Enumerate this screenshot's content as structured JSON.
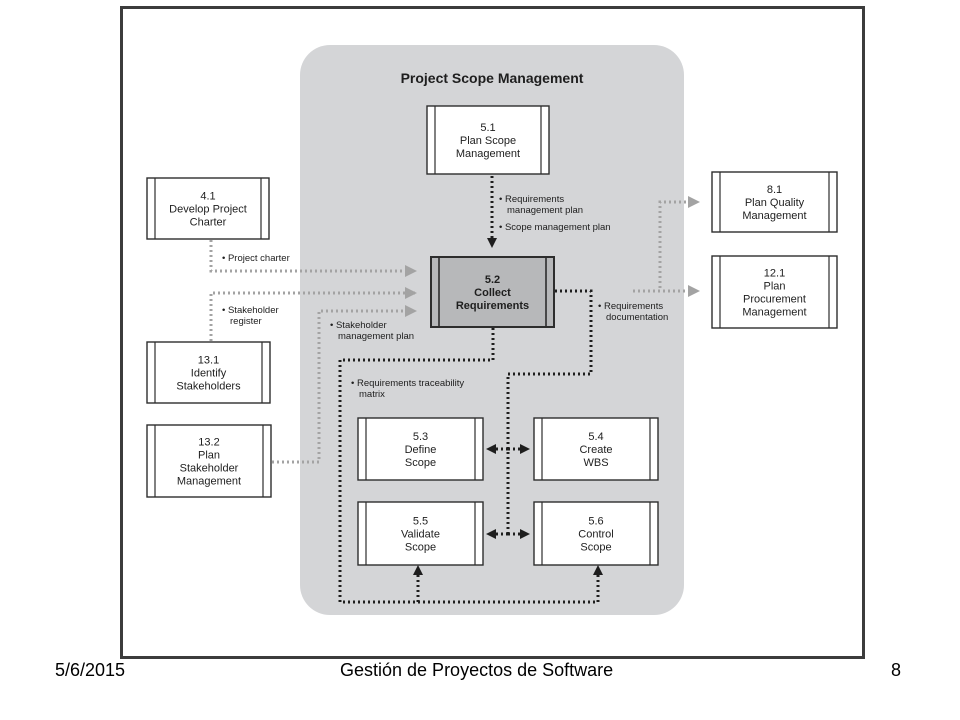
{
  "diagram": {
    "group_title": "Project Scope Management",
    "boxes": {
      "plan_scope": {
        "lines": [
          "5.1",
          "Plan Scope",
          "Management"
        ]
      },
      "collect_req": {
        "lines": [
          "5.2",
          "Collect",
          "Requirements"
        ]
      },
      "define_scope": {
        "lines": [
          "5.3",
          "Define",
          "Scope"
        ]
      },
      "create_wbs": {
        "lines": [
          "5.4",
          "Create",
          "WBS"
        ]
      },
      "validate_scope": {
        "lines": [
          "5.5",
          "Validate",
          "Scope"
        ]
      },
      "control_scope": {
        "lines": [
          "5.6",
          "Control",
          "Scope"
        ]
      },
      "develop_charter": {
        "lines": [
          "4.1",
          "Develop Project",
          "Charter"
        ]
      },
      "identify_stakeholders": {
        "lines": [
          "13.1",
          "Identify",
          "Stakeholders"
        ]
      },
      "plan_stakeholder": {
        "lines": [
          "13.2",
          "Plan",
          "Stakeholder",
          "Management"
        ]
      },
      "plan_quality": {
        "lines": [
          "8.1",
          "Plan Quality",
          "Management"
        ]
      },
      "plan_procurement": {
        "lines": [
          "12.1",
          "Plan",
          "Procurement",
          "Management"
        ]
      }
    },
    "labels": {
      "req_mgmt_plan": [
        "• Requirements",
        "management plan"
      ],
      "scope_mgmt_plan": [
        "• Scope management plan"
      ],
      "project_charter": [
        "• Project charter"
      ],
      "stakeholder_register": [
        "• Stakeholder",
        "register"
      ],
      "stakeholder_mgmt_plan": [
        "• Stakeholder",
        "management plan"
      ],
      "req_documentation": [
        "• Requirements",
        "documentation"
      ],
      "req_traceability": [
        "• Requirements traceability",
        "matrix"
      ]
    },
    "colors": {
      "group_fill": "#d4d5d7",
      "box_fill": "#ffffff",
      "highlight_fill": "#b7b8ba",
      "box_stroke": "#2d2d2d",
      "dark_dots": "#1e1e1e",
      "grey_dots": "#a3a3a3"
    }
  },
  "footer": {
    "date": "5/6/2015",
    "title": "Gestión de Proyectos de Software",
    "page": "8"
  }
}
